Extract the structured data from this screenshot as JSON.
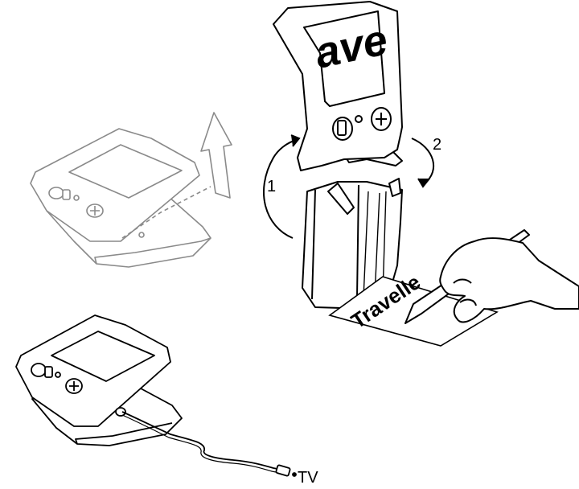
{
  "labels": {
    "step1": "1",
    "step2": "2",
    "screen_text": "ave",
    "paper_text": "Travelle",
    "tv": "TV"
  },
  "colors": {
    "line": "#000000",
    "fill": "#ffffff",
    "dashed": "#888888"
  },
  "icons": {
    "minus_button": "minus-icon",
    "plus_button": "plus-icon",
    "up_arrow": "arrow-up-icon",
    "rotate_arrows": "curved-arrow-icon"
  }
}
